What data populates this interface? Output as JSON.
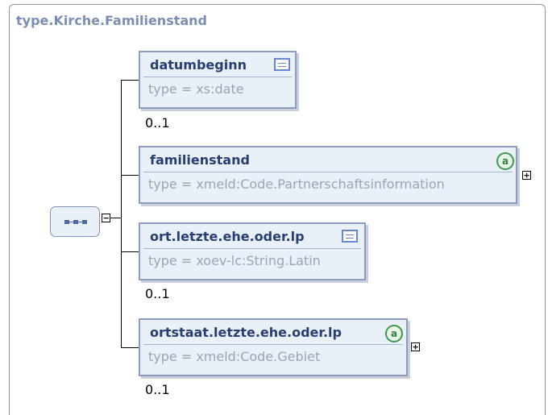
{
  "title": "type.Kirche.Familienstand",
  "elements": [
    {
      "name": "datumbeginn",
      "type": "type = xs:date",
      "cardinality": "0..1",
      "icon": "doc-icon"
    },
    {
      "name": "familienstand",
      "type": "type = xmeld:Code.Partnerschaftsinformation",
      "cardinality": "",
      "icon": "attribute-icon",
      "expandable": "+"
    },
    {
      "name": "ort.letzte.ehe.oder.lp",
      "type": "type = xoev-lc:String.Latin",
      "cardinality": "0..1",
      "icon": "doc-icon"
    },
    {
      "name": "ortstaat.letzte.ehe.oder.lp",
      "type": "type = xmeld:Code.Gebiet",
      "cardinality": "0..1",
      "icon": "attribute-icon",
      "expandable": "+"
    }
  ],
  "sequence": {
    "icon": "sequence-icon",
    "collapse_symbol": "−"
  },
  "attr_symbol": "a",
  "colors": {
    "box_fill": "#eaf0f7",
    "box_border": "#8a9cc0",
    "name_text": "#283e73",
    "type_text": "#9aa4b6",
    "title_text": "#7b8db3"
  }
}
